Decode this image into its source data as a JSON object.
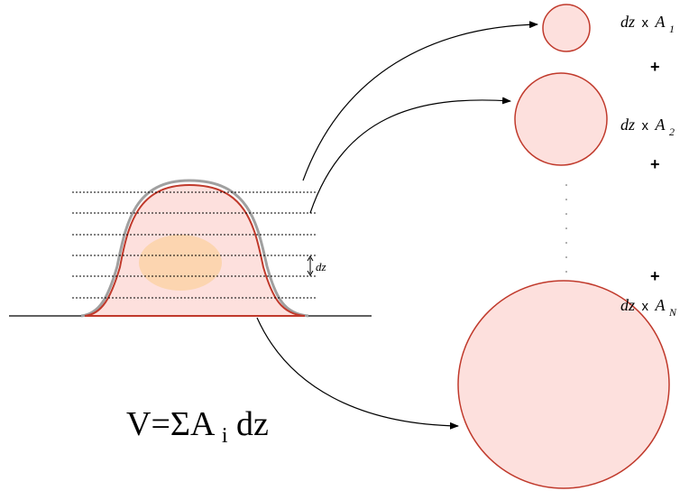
{
  "formula": {
    "lhs": "V=ΣA",
    "sub": "i",
    "rhs": " dz"
  },
  "dz_marker": "dz",
  "slices": [
    {
      "coef": "dz",
      "times": "x",
      "symbol": "A",
      "index": "1"
    },
    {
      "coef": "dz",
      "times": "x",
      "symbol": "A",
      "index": "2"
    },
    {
      "coef": "dz",
      "times": "x",
      "symbol": "A",
      "index": "N"
    }
  ],
  "plus_sign": "+",
  "colors": {
    "outline": "#c0392b",
    "fill": "#fde0dd",
    "inner_blob": "#fbd2a8",
    "shadow": "#a0a0a0",
    "ink": "#000000"
  }
}
